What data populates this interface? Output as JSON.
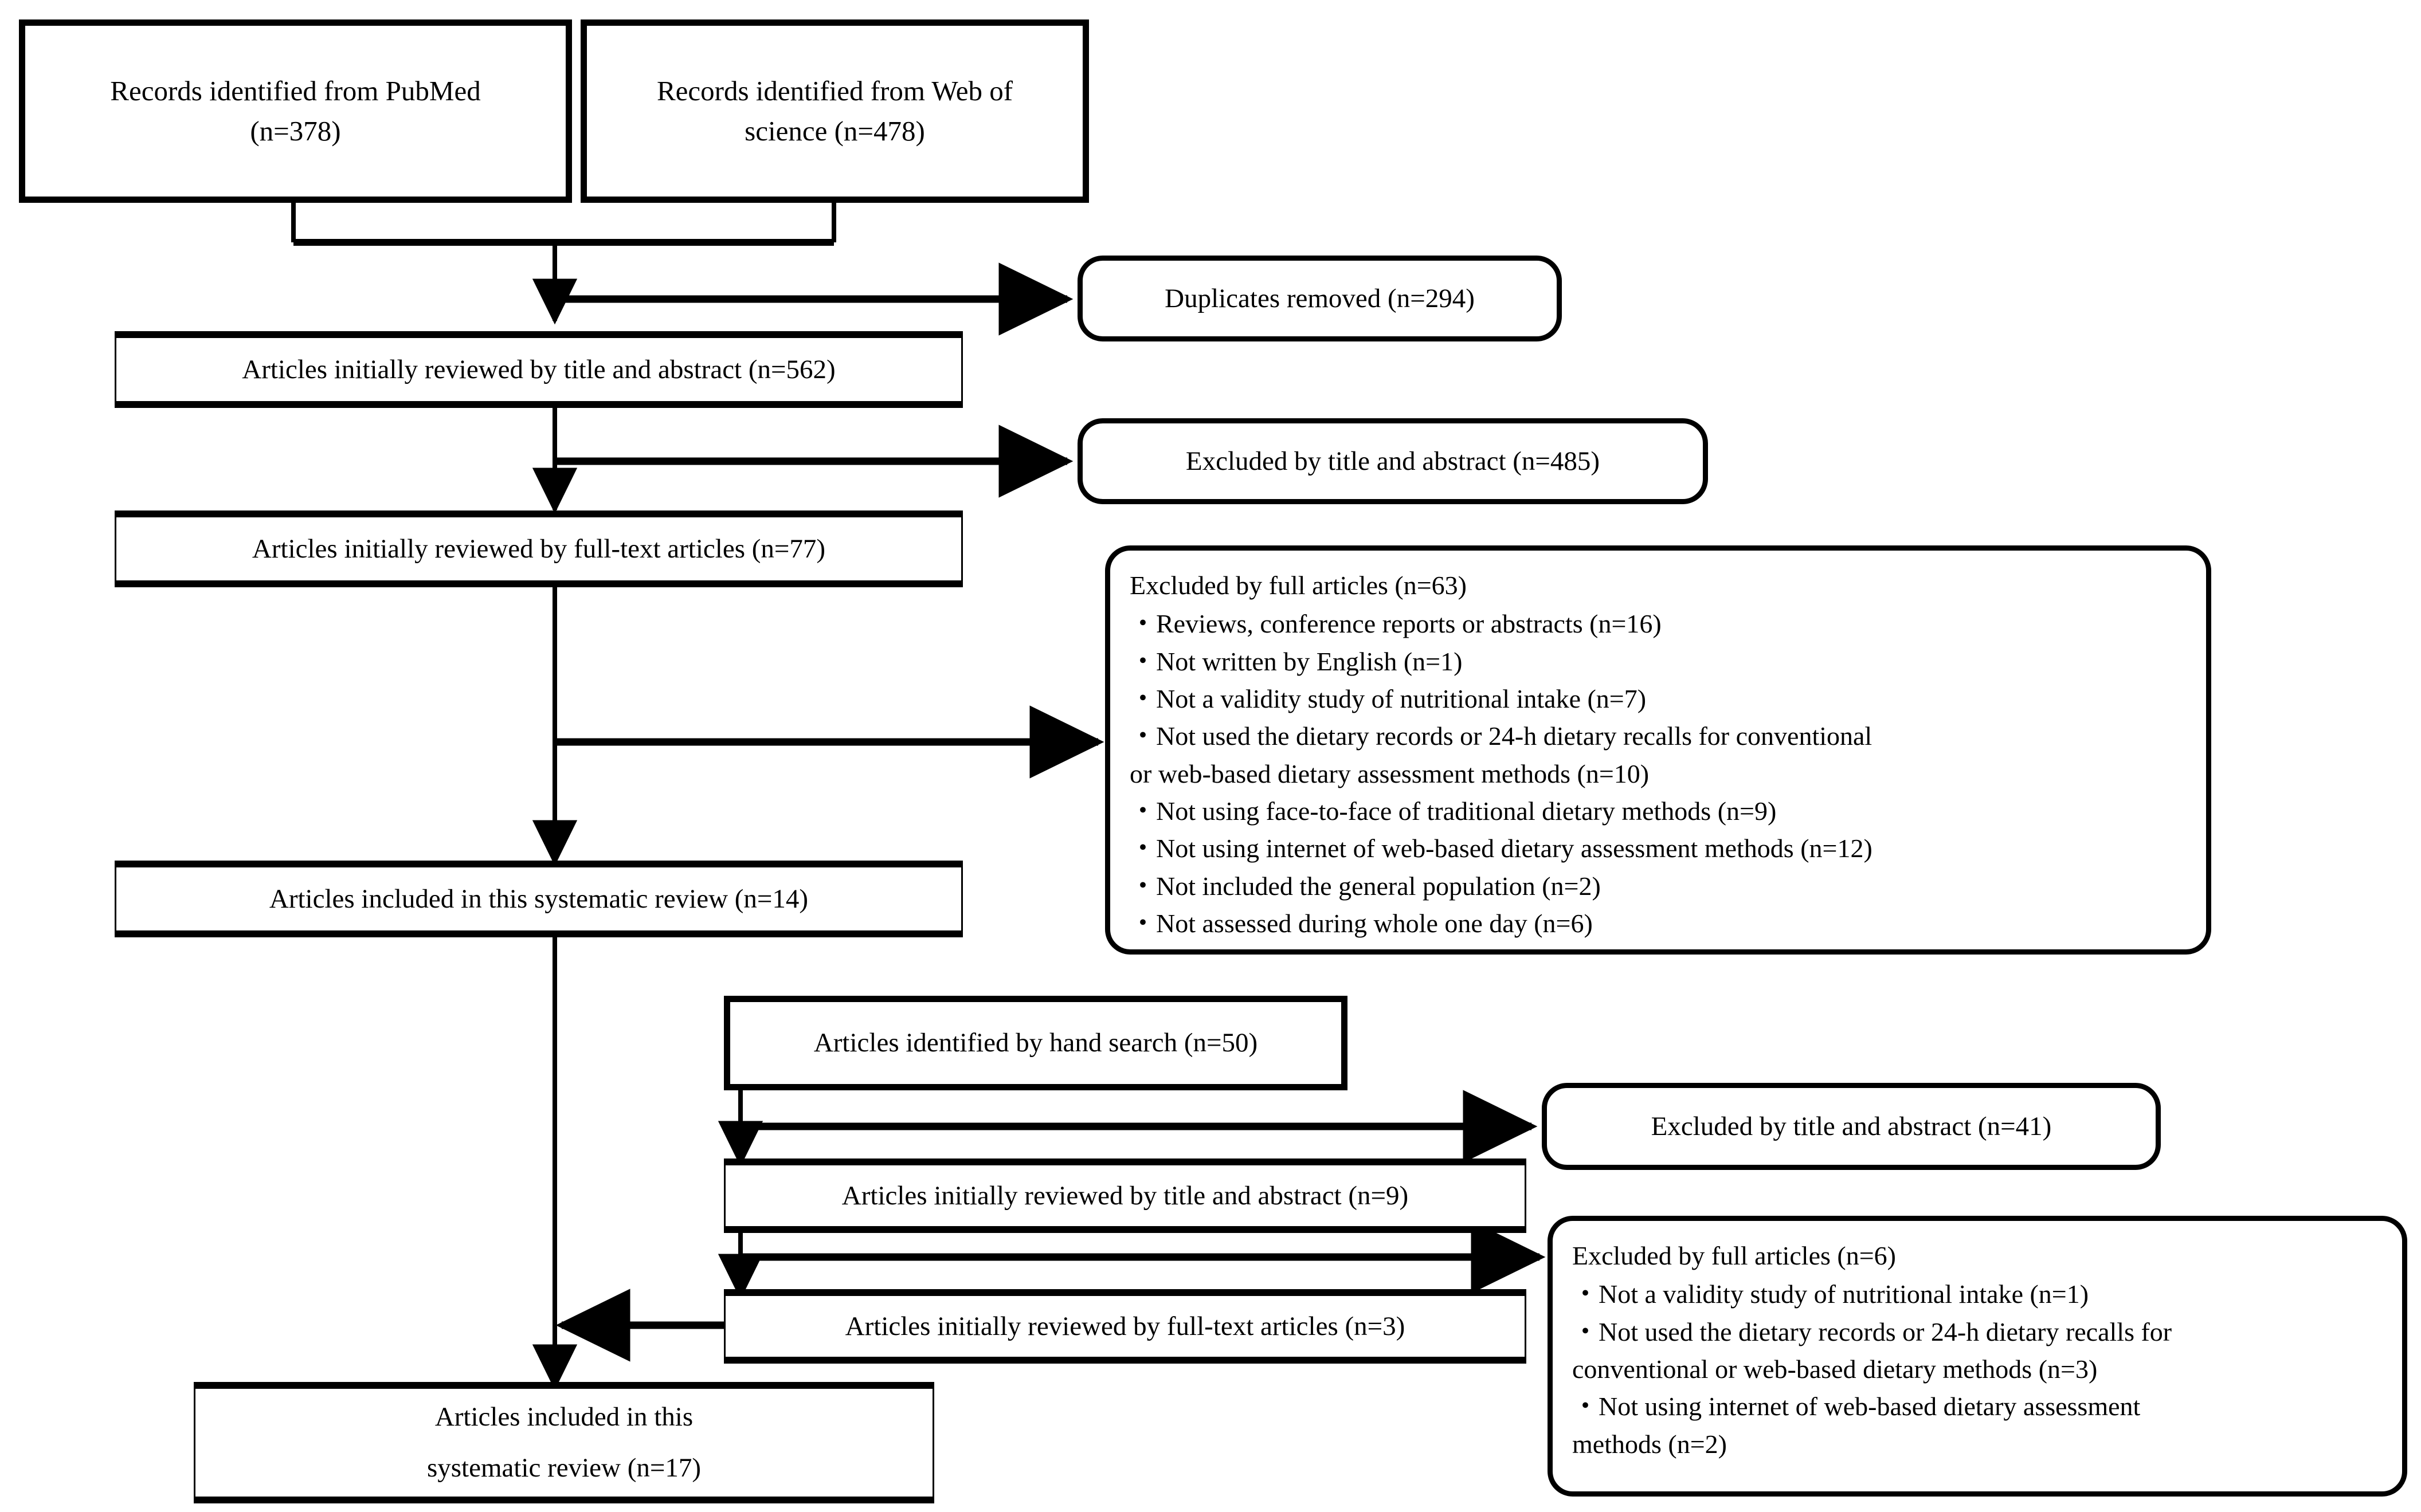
{
  "diagram": {
    "type": "prisma-flow-diagram",
    "title": "PRISMA study selection flow diagram",
    "nodes": {
      "pubmed": "Records identified from PubMed\n(n=378)",
      "wos": "Records identified from Web of\nscience (n=478)",
      "duplicates": "Duplicates removed (n=294)",
      "screen_title_abstract": "Articles initially reviewed by title and abstract (n=562)",
      "excluded_title_abstract": "Excluded by title and abstract (n=485)",
      "fulltext_review": "Articles initially reviewed by full-text articles (n=77)",
      "excluded_full_header": "Excluded by full articles (n=63)",
      "excluded_full_items": [
        "・Reviews, conference reports or abstracts (n=16)",
        "・Not written by English (n=1)",
        "・Not a validity study of nutritional intake (n=7)",
        "・Not used the dietary records or 24-h dietary recalls for conventional",
        "or web-based dietary assessment methods (n=10)",
        "・Not using face-to-face of traditional dietary methods (n=9)",
        "・Not using internet of web-based dietary assessment methods  (n=12)",
        "・Not included the general population (n=2)",
        "・Not assessed during whole one day (n=6)"
      ],
      "included_14": "Articles included in this systematic review (n=14)",
      "hand_search": "Articles identified by hand search (n=50)",
      "hand_excluded_title_abstract": "Excluded by title and abstract (n=41)",
      "hand_screen_title_abstract": "Articles initially reviewed by title and abstract (n=9)",
      "hand_fulltext_review": "Articles initially reviewed by full-text articles (n=3)",
      "hand_excluded_full_header": "Excluded by full articles (n=6)",
      "hand_excluded_full_items": [
        "・Not a validity study of nutritional intake (n=1)",
        "・Not used the dietary records or 24-h dietary recalls for",
        "conventional or web-based dietary methods (n=3)",
        "・Not using internet of web-based dietary assessment",
        "methods (n=2)"
      ],
      "included_17": "Articles included in this\nsystematic review (n=17)"
    },
    "counts": {
      "pubmed": 378,
      "web_of_science": 478,
      "duplicates_removed": 294,
      "screened_title_abstract": 562,
      "excluded_title_abstract": 485,
      "full_text_reviewed": 77,
      "excluded_full_articles": 63,
      "included_first": 14,
      "hand_search": 50,
      "hand_excluded_title_abstract": 41,
      "hand_screened": 9,
      "hand_full_text": 3,
      "hand_excluded_full": 6,
      "included_total": 17
    },
    "colors": {
      "stroke": "#000000",
      "fill": "#ffffff",
      "text": "#000000"
    }
  }
}
